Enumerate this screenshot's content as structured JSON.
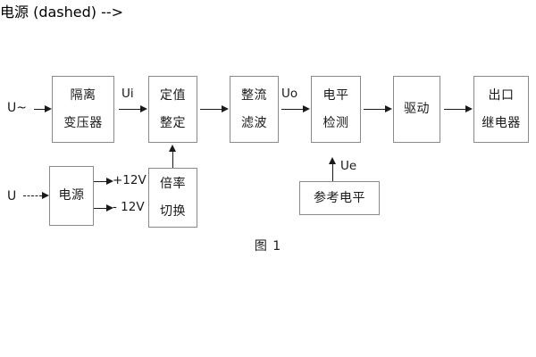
{
  "figure": {
    "caption": "图 1",
    "background_color": "#ffffff",
    "box_border_color": "#8a8a8a",
    "line_color": "#1a1a1a"
  },
  "blocks": [
    {
      "id": "isolation-transformer",
      "line1": "隔离",
      "line2": "变压器"
    },
    {
      "id": "setpoint-setting",
      "line1": "定值",
      "line2": "整定"
    },
    {
      "id": "rectify-filter",
      "line1": "整流",
      "line2": "滤波"
    },
    {
      "id": "level-detection",
      "line1": "电平",
      "line2": "检测"
    },
    {
      "id": "drive",
      "line1": "驱动",
      "line2": ""
    },
    {
      "id": "output-relay",
      "line1": "出口",
      "line2": "继电器"
    },
    {
      "id": "power-supply",
      "line1": "电源",
      "line2": ""
    },
    {
      "id": "multiplier-switch",
      "line1": "倍率",
      "line2": "切换"
    },
    {
      "id": "reference-level",
      "line1": "参考电平",
      "line2": ""
    }
  ],
  "labels": {
    "ac_input": "U~",
    "dc_input": "U",
    "ui": "Ui",
    "uo": "Uo",
    "ue": "Ue",
    "plus_12v": "+12V",
    "minus_12v": "- 12V"
  }
}
